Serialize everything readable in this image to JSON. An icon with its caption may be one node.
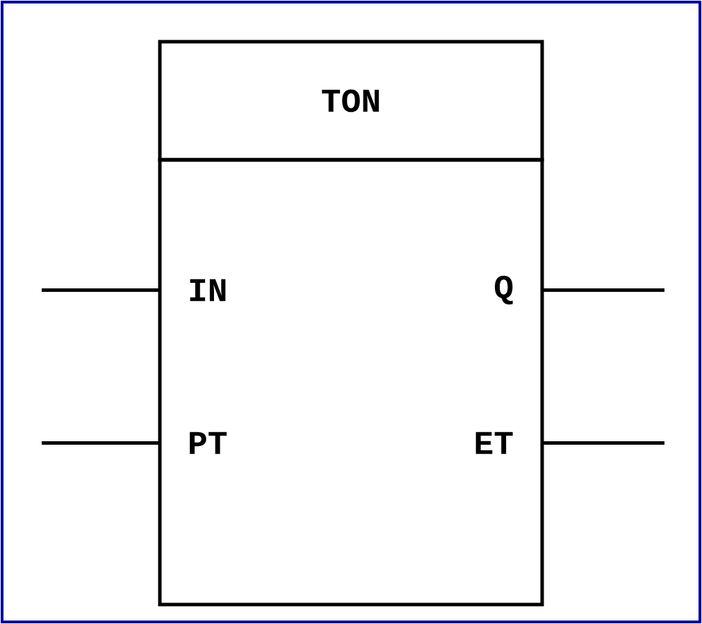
{
  "diagram": {
    "nodes": [
      {
        "text": [
          "TON"
        ]
      },
      {
        "text": [],
        "shape": "box"
      },
      {
        "text": [
          "IN"
        ],
        "in": 1
      },
      {
        "text": [
          "PT"
        ],
        "in": 1
      },
      {
        "text": [
          "Q"
        ],
        "in": 1
      },
      {
        "text": [
          "ET"
        ],
        "in": 1
      }
    ],
    "edges": [
      {
        "from": null,
        "to": 2,
        "arrow": "none"
      },
      {
        "from": null,
        "to": 3,
        "arrow": "none"
      },
      {
        "from": 4,
        "to": null,
        "arrow": "none"
      },
      {
        "from": 5,
        "to": null,
        "arrow": "none"
      }
    ]
  }
}
